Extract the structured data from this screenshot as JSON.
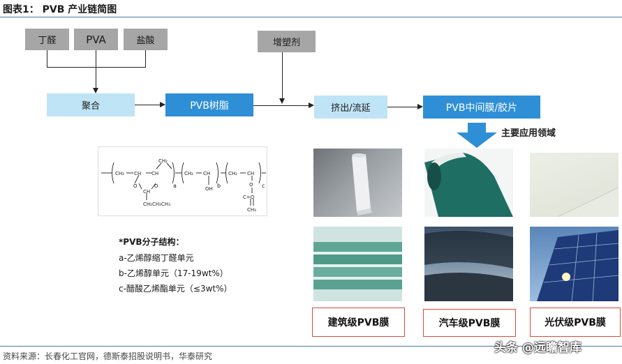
{
  "header": {
    "title": "图表1：  PVB 产业链简图"
  },
  "flow": {
    "raw_materials": [
      "丁醛",
      "PVA",
      "盐酸"
    ],
    "plasticizer": "增塑剂",
    "steps": [
      "聚合",
      "PVB树脂",
      "挤出/流延",
      "PVB中间膜/胶片"
    ],
    "application_label": "主要应用领域"
  },
  "molecule": {
    "segments": [
      "a",
      "b",
      "c"
    ]
  },
  "structure": {
    "heading": "*PVB分子结构：",
    "items": [
      "a-乙烯醇缩丁醛单元",
      "b-乙烯醇单元（17-19wt%）",
      "c-醋酸乙烯酯单元（≤3wt%）"
    ]
  },
  "applications": [
    "建筑级PVB膜",
    "汽车级PVB膜",
    "光伏级PVB膜"
  ],
  "footer": {
    "source": "资料来源：长春化工官网，德斯泰招股说明书，华泰研究",
    "watermark": "头条 @远瞻智库"
  },
  "colors": {
    "gray_box": "#a6a6a6",
    "light_box": "#bfe4f5",
    "blue_box": "#2e8fd6",
    "label_border": "#d94a3a",
    "rule": "#4a78b5"
  }
}
